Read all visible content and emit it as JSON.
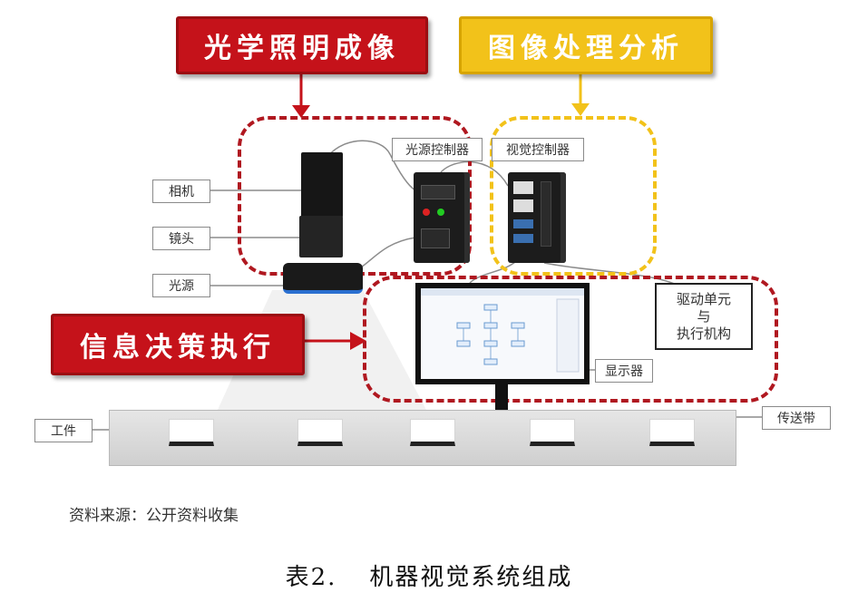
{
  "banners": {
    "optics": "光学照明成像",
    "processing": "图像处理分析",
    "execution": "信息决策执行"
  },
  "labels": {
    "camera": "相机",
    "lens": "镜头",
    "light_source": "光源",
    "light_controller": "光源控制器",
    "vision_controller": "视觉控制器",
    "drive_unit": "驱动单元\n与\n执行机构",
    "display": "显示器",
    "workpiece": "工件",
    "conveyor": "传送带"
  },
  "caption": {
    "source": "资料来源：公开资料收集",
    "table_number": "表2.",
    "table_title": "机器视觉系统组成"
  },
  "colors": {
    "red": "#c5121a",
    "yellow": "#f2c21a",
    "dashed_red": "#b01820"
  }
}
